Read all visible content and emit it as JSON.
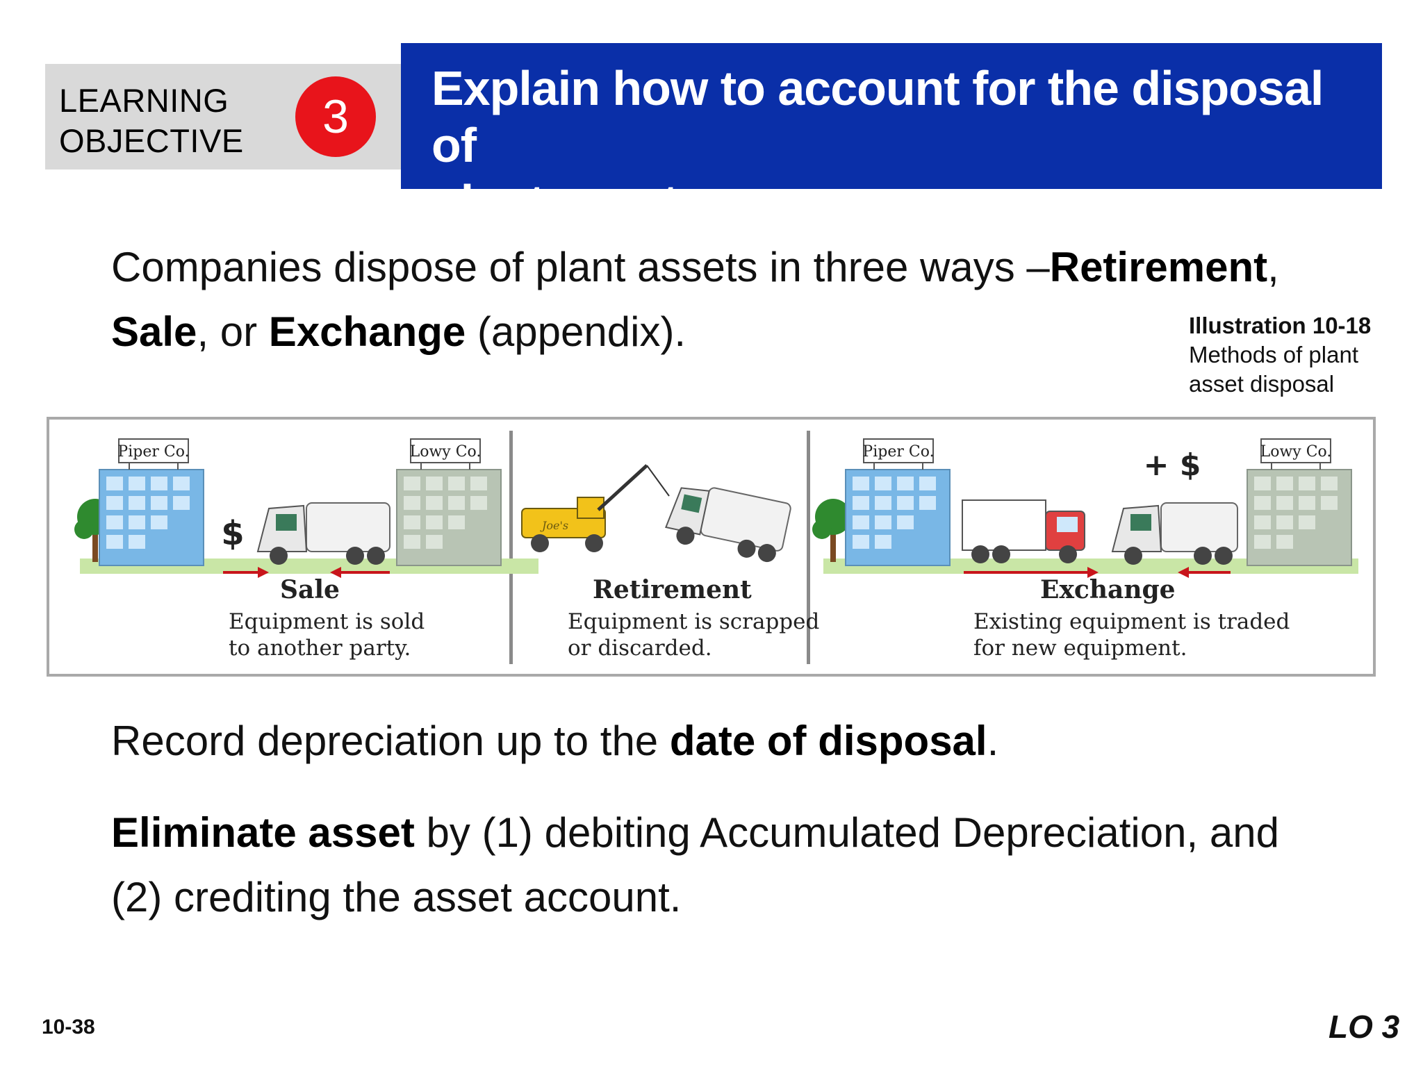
{
  "learning_objective": {
    "line1": "LEARNING",
    "line2": "OBJECTIVE",
    "number": "3"
  },
  "title": {
    "line1": "Explain how to account for the disposal of",
    "line2": "plant assets."
  },
  "intro": {
    "before": "Companies dispose of plant assets in three ways –",
    "retirement": "Retirement",
    "comma1": ",",
    "sale": "Sale",
    "or": ", or ",
    "exchange": "Exchange",
    "appendix": " (appendix)."
  },
  "illustration": {
    "title": "Illustration 10-18",
    "line1": "Methods of plant",
    "line2": "asset disposal"
  },
  "figure": {
    "sale": {
      "label": "Sale",
      "cap1": "Equipment is sold",
      "cap2": "to another party."
    },
    "retirement": {
      "label": "Retirement",
      "cap1": "Equipment is scrapped",
      "cap2": "or discarded."
    },
    "exchange": {
      "label": "Exchange",
      "cap1": "Existing equipment is traded",
      "cap2": "for new equipment."
    },
    "signs": {
      "piper": "Piper Co.",
      "lowy": "Lowy Co.",
      "dollar": "$",
      "plus_dollar": "+ $",
      "joes": "Joe's"
    }
  },
  "record": {
    "before": "Record depreciation up to the ",
    "bold": "date of disposal",
    "after": "."
  },
  "eliminate": {
    "bold": "Eliminate asset",
    "rest1": " by (1) debiting Accumulated Depreciation, and",
    "rest2": "(2) crediting the asset account."
  },
  "footer": {
    "slide_number": "10-38",
    "lo": "LO 3"
  },
  "colors": {
    "title_bg": "#0a2fa8",
    "lo_circle": "#e8141b",
    "lo_bg": "#d9d9d9",
    "arrow": "#c8151b"
  }
}
